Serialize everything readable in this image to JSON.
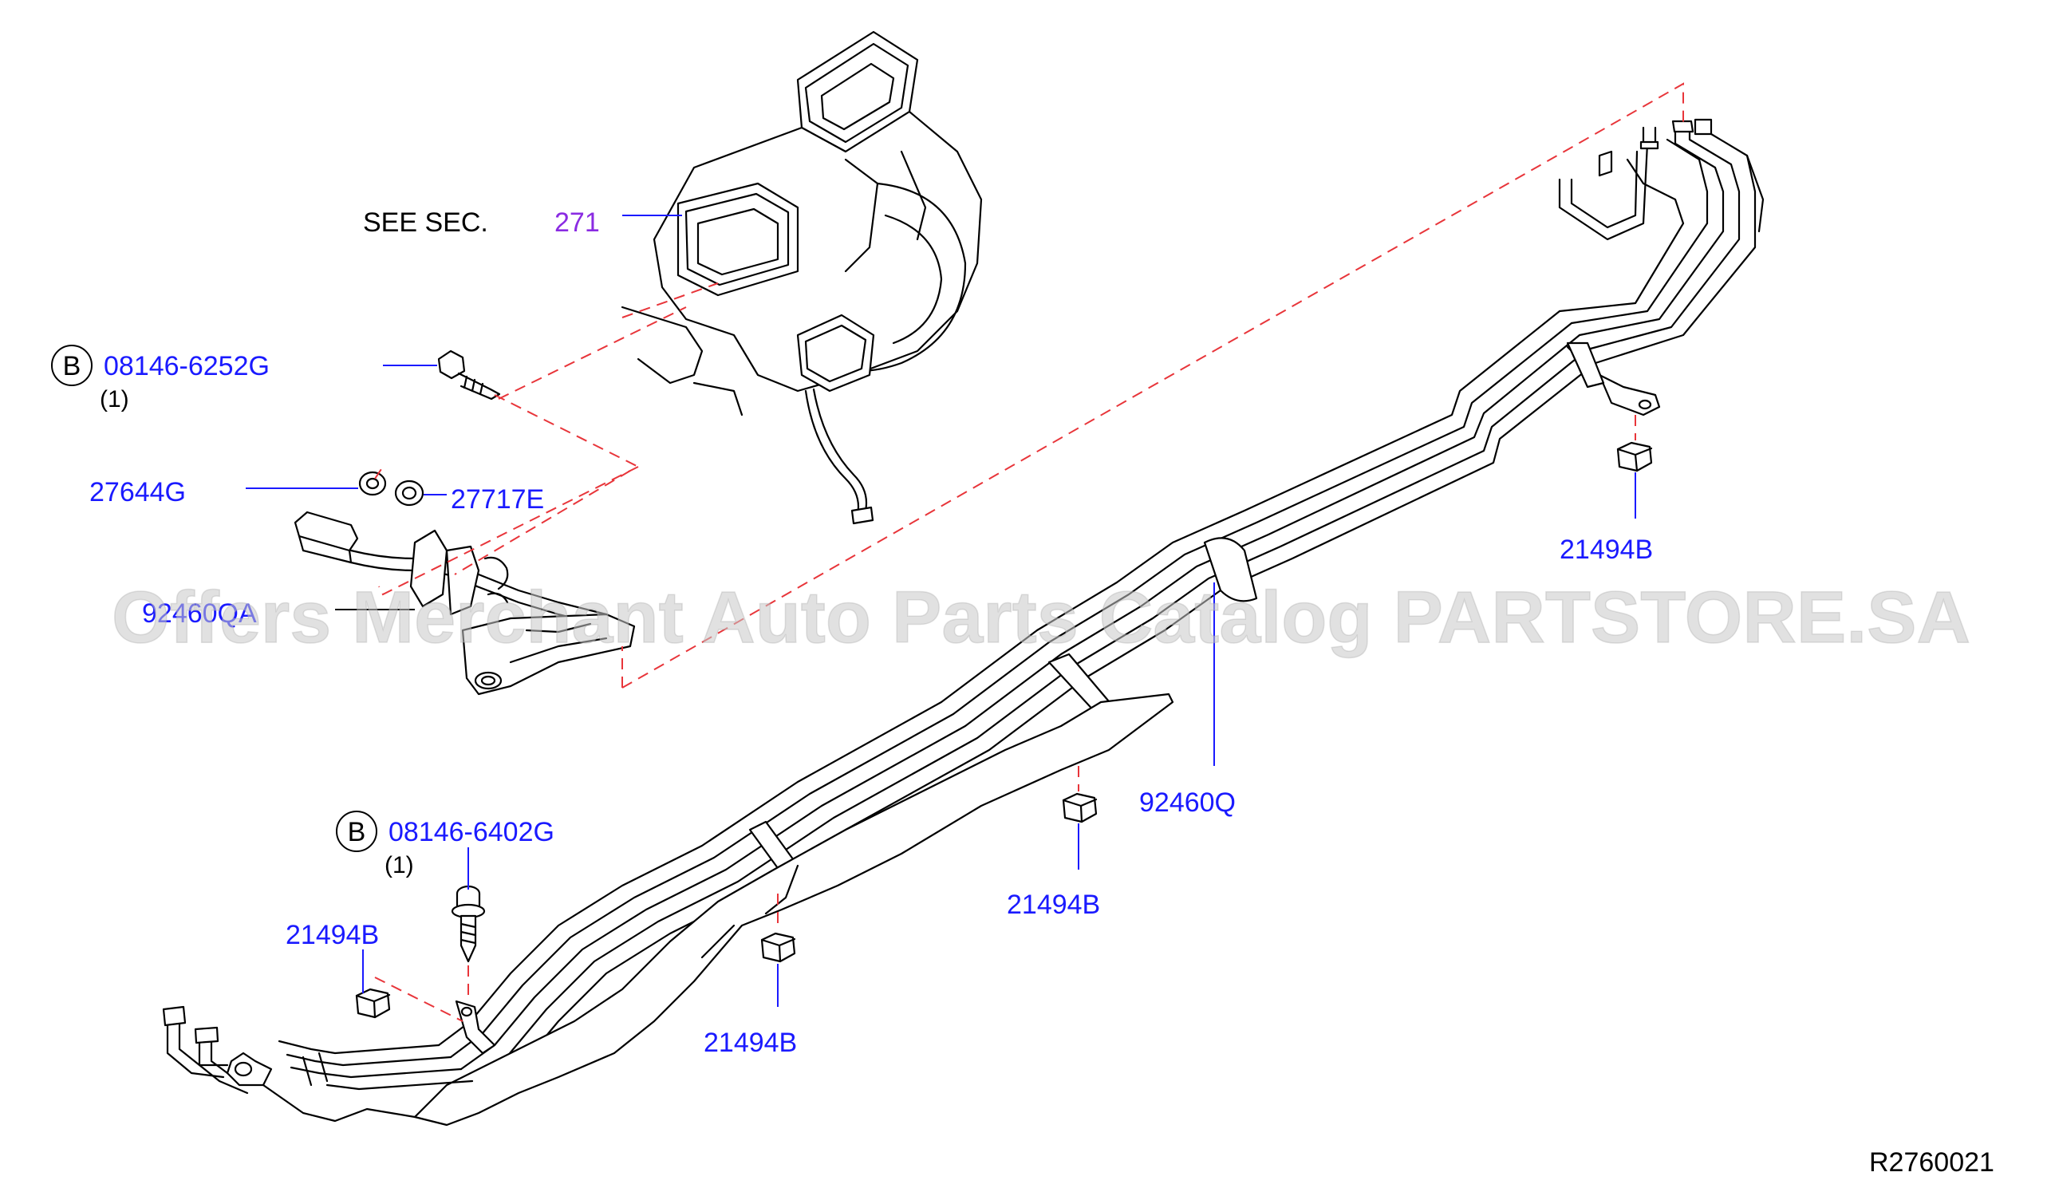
{
  "callouts": {
    "see_sec": "SEE   SEC.",
    "sec_number": "271",
    "bolt_top": {
      "circle": "B",
      "part": "08146-6252G",
      "qty": "(1)"
    },
    "washer_a": "27644G",
    "washer_b": "27717E",
    "hose_front": "92460QA",
    "hose_main": "92460Q",
    "bolt_bottom": {
      "circle": "B",
      "part": "08146-6402G",
      "qty": "(1)"
    },
    "clip_right": "21494B",
    "clip_mid": "21494B",
    "clip_center": "21494B",
    "clip_left": "21494B"
  },
  "diagram_id": "R2760021",
  "watermark": "Offers Merchant Auto Parts Catalog PARTSTORE.SA",
  "colors": {
    "part_number": "#1a1aff",
    "section_ref": "#8a2be2",
    "phantom_line": "#e8353a",
    "line_art": "#000000"
  }
}
